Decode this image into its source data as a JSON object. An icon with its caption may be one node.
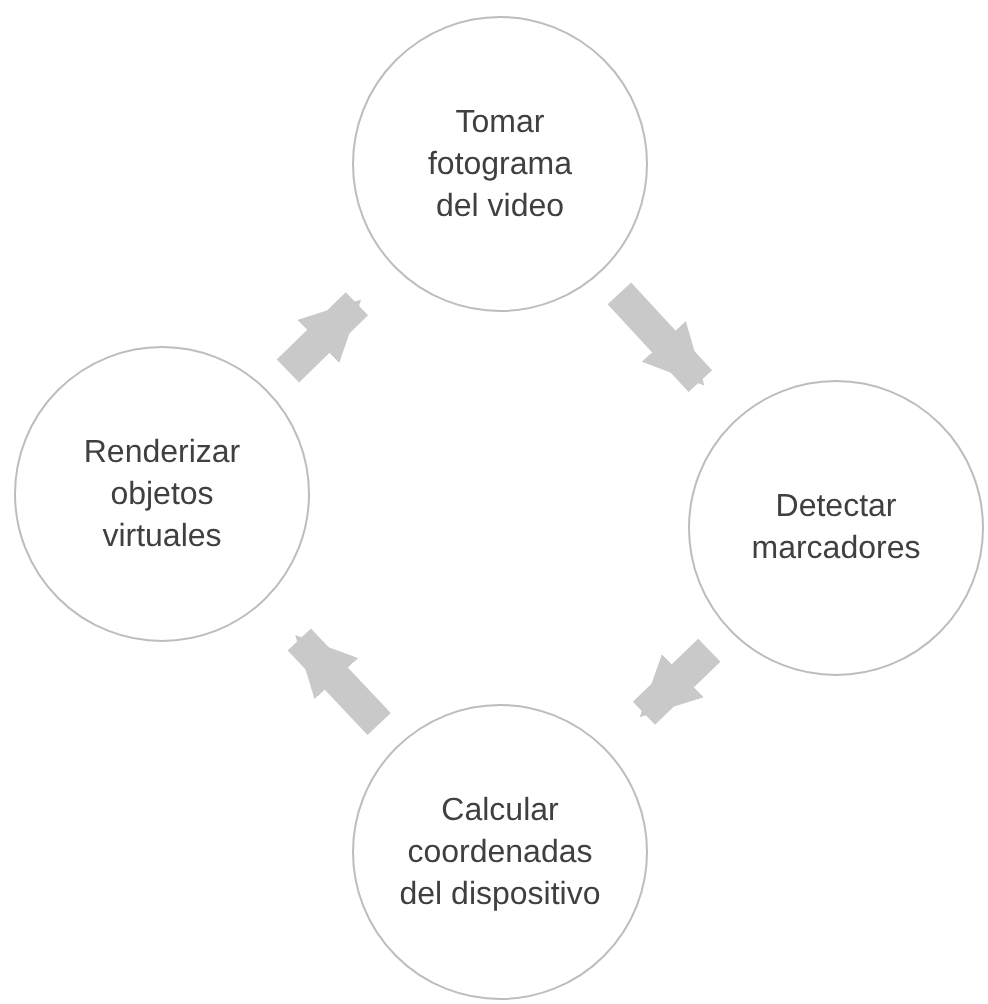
{
  "diagram": {
    "nodes": [
      {
        "text": [
          "Tomar fotograma del video"
        ]
      },
      {
        "text": [
          "Detectar marcadores"
        ]
      },
      {
        "text": [
          "Calcular coordenadas del dispositivo"
        ]
      },
      {
        "text": [
          "Renderizar objetos virtuales"
        ]
      }
    ],
    "edges": [
      {
        "from": 0,
        "to": 1,
        "arrow": "to"
      },
      {
        "from": 1,
        "to": 2,
        "arrow": "to"
      },
      {
        "from": 2,
        "to": 3,
        "arrow": "to"
      },
      {
        "from": 3,
        "to": 0,
        "arrow": "to"
      }
    ]
  }
}
